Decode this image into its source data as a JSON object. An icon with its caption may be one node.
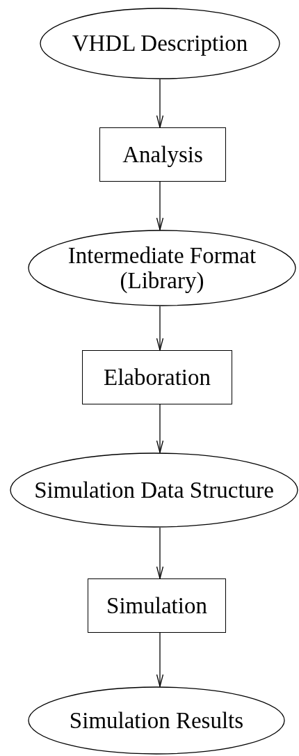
{
  "diagram": {
    "nodes": [
      {
        "text": [
          "VHDL Description"
        ]
      },
      {
        "text": [
          "Analysis"
        ]
      },
      {
        "text": [
          "Intermediate Format (Library)"
        ]
      },
      {
        "text": [
          "Elaboration"
        ]
      },
      {
        "text": [
          "Simulation Data Structure"
        ]
      },
      {
        "text": [
          "Simulation"
        ]
      },
      {
        "text": [
          "Simulation Results"
        ]
      }
    ],
    "edges": [
      {
        "from": 0,
        "to": 1,
        "arrow": "to"
      },
      {
        "from": 1,
        "to": 2,
        "arrow": "to"
      },
      {
        "from": 2,
        "to": 3,
        "arrow": "to"
      },
      {
        "from": 3,
        "to": 4,
        "arrow": "to"
      },
      {
        "from": 4,
        "to": 5,
        "arrow": "to"
      },
      {
        "from": 5,
        "to": 6,
        "arrow": "to"
      }
    ]
  }
}
